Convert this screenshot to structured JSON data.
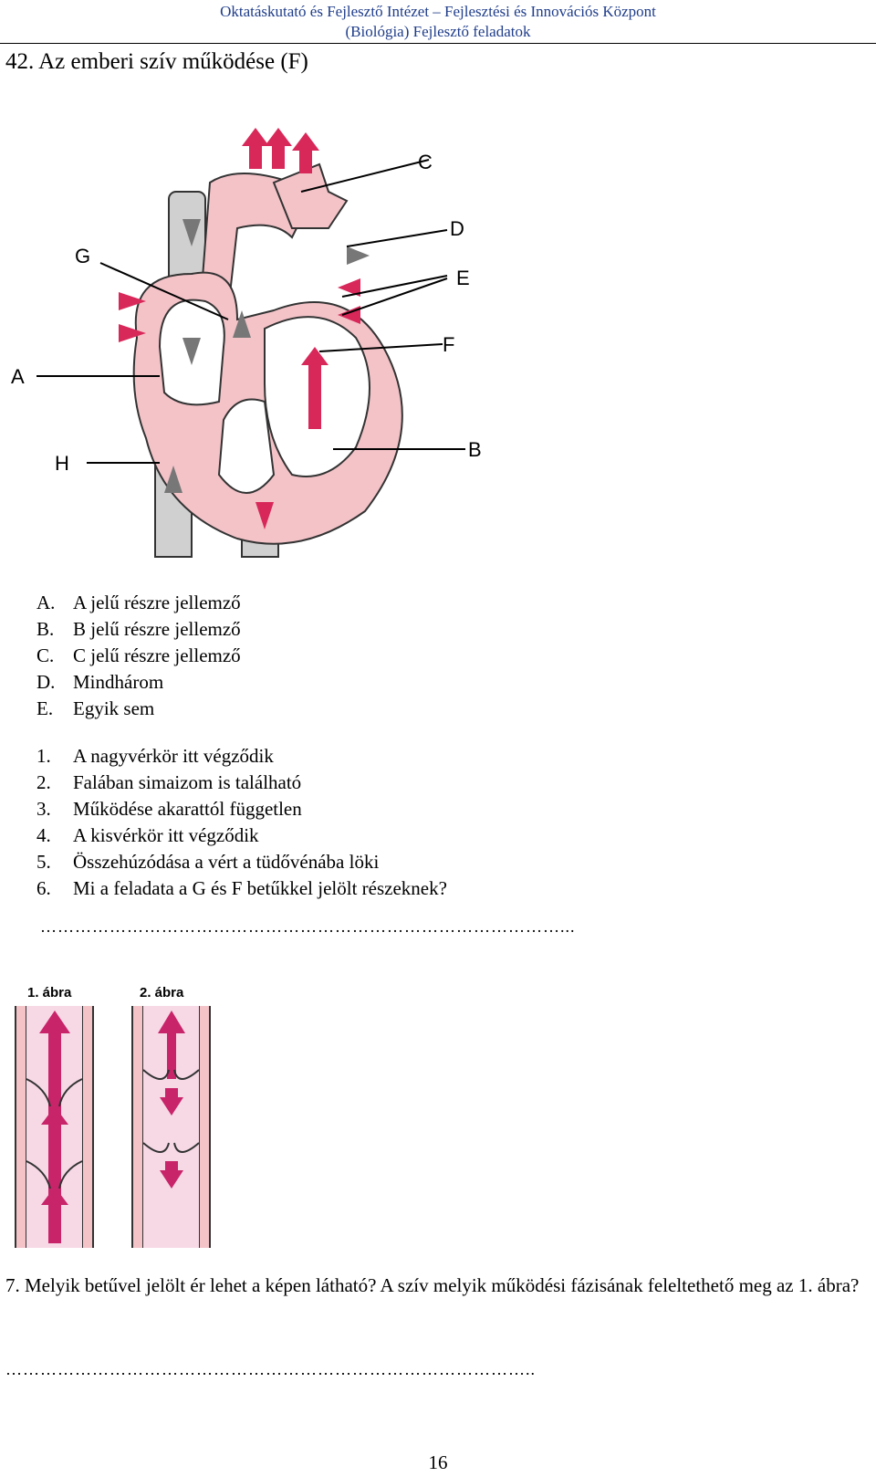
{
  "header": {
    "line1": "Oktatáskutató és Fejlesztő Intézet – Fejlesztési és Innovációs Központ",
    "line2": "(Biológia) Fejlesztő feladatok"
  },
  "title": "42. Az emberi szív működése (F)",
  "heart_diagram": {
    "labels": [
      "A",
      "B",
      "C",
      "D",
      "E",
      "F",
      "G",
      "H"
    ]
  },
  "options": [
    {
      "key": "A.",
      "text": "A jelű részre jellemző"
    },
    {
      "key": "B.",
      "text": "B jelű részre jellemző"
    },
    {
      "key": "C.",
      "text": "C jelű részre jellemző"
    },
    {
      "key": "D.",
      "text": "Mindhárom"
    },
    {
      "key": "E.",
      "text": "Egyik sem"
    }
  ],
  "statements": [
    {
      "key": "1.",
      "text": "A nagyvérkör itt végződik"
    },
    {
      "key": "2.",
      "text": "Falában simaizom is található"
    },
    {
      "key": "3.",
      "text": "Működése akarattól független"
    },
    {
      "key": "4.",
      "text": "A kisvérkör itt végződik"
    },
    {
      "key": "5.",
      "text": "Összehúzódása a vért a tüdővénába löki"
    },
    {
      "key": "6.",
      "text": "Mi a feladata a G és F betűkkel jelölt részeknek?"
    }
  ],
  "answer_line_1": "………………………………………………………………………………...",
  "figures": {
    "fig1_label": "1. ábra",
    "fig2_label": "2. ábra"
  },
  "question7": "7. Melyik betűvel jelölt ér lehet a képen látható? A szív melyik működési fázisának feleltethető meg az 1. ábra?",
  "answer_line_2": "………………………………………………………………………………..",
  "page_number": "16",
  "colors": {
    "header_text": "#1f3d8a",
    "artery_red": "#d8285a",
    "tissue_pink": "#f5c7cb",
    "vessel_grey": "#c8c8c8"
  }
}
